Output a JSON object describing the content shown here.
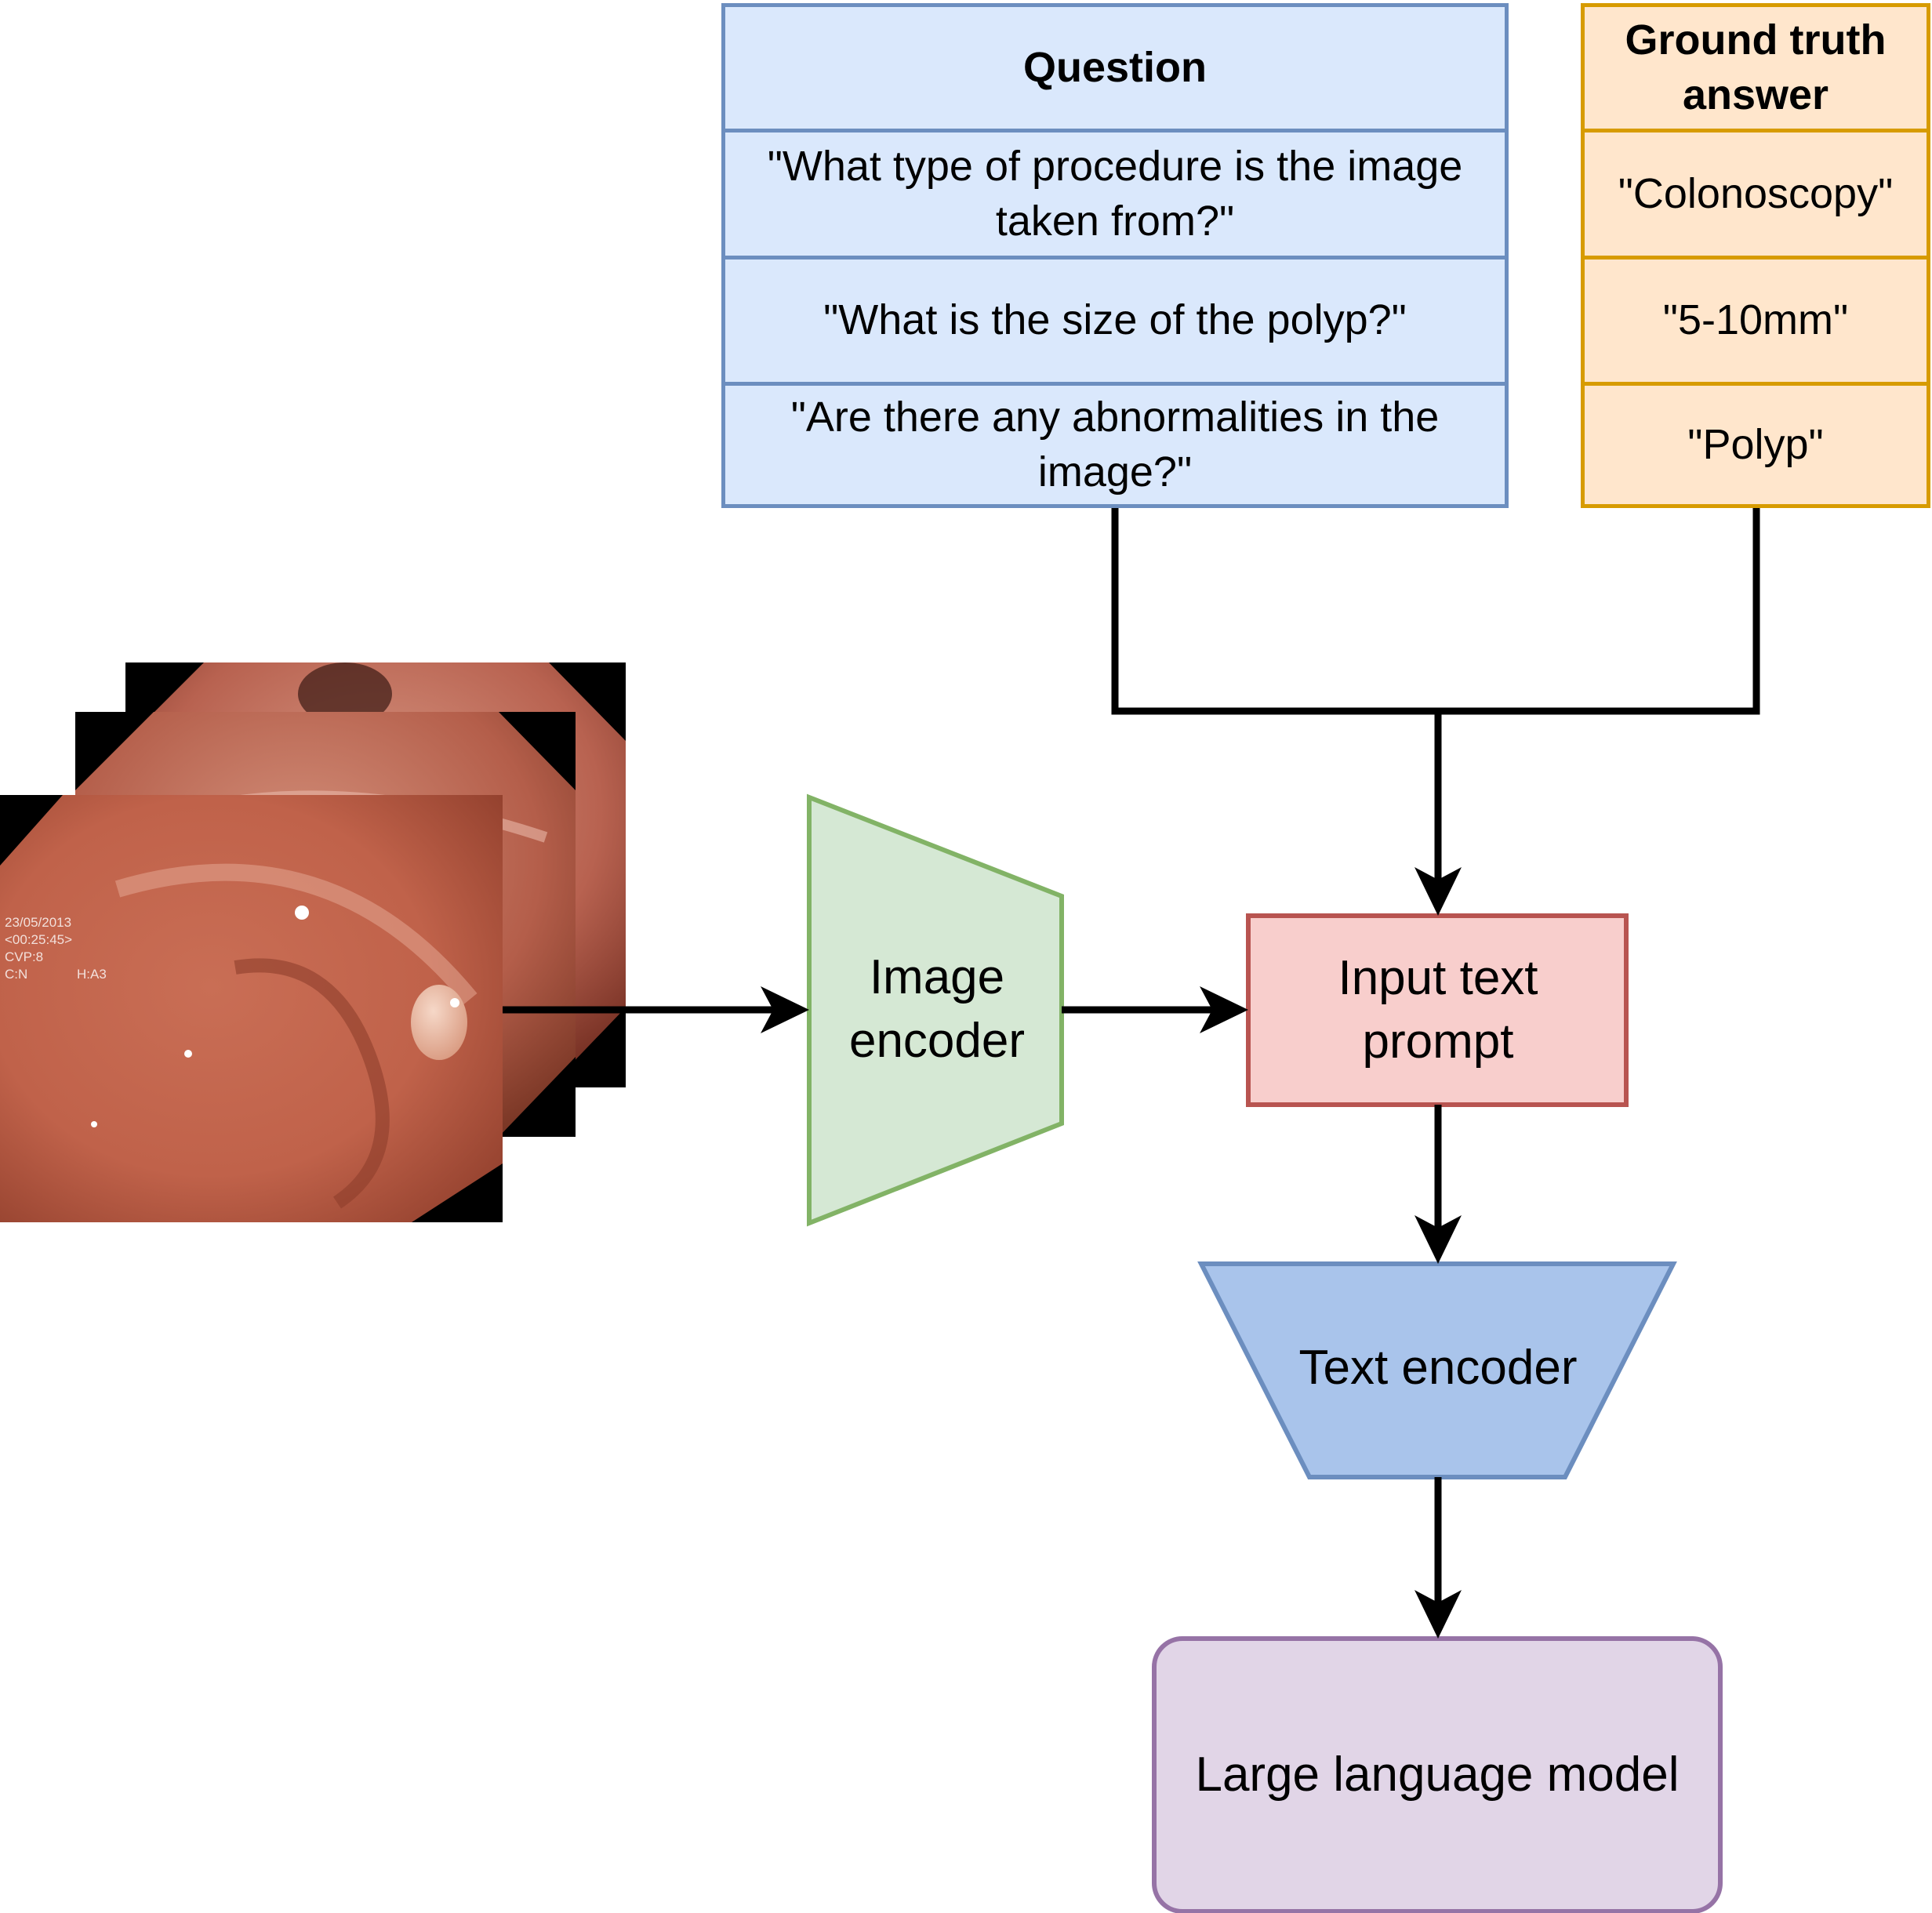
{
  "question_table": {
    "header": "Question",
    "rows": [
      "\"What type of procedure is the image taken from?\"",
      "\"What is the size of the polyp?\"",
      "\"Are there any abnormalities in the image?\""
    ]
  },
  "answer_table": {
    "header": "Ground truth answer",
    "rows": [
      "\"Colonoscopy\"",
      "\"5-10mm\"",
      "\"Polyp\""
    ]
  },
  "image_overlay": {
    "date": "23/05/2013",
    "time": "<00:25:45>",
    "cvp": "CVP:8",
    "cn": "C:N",
    "ha": "H:A3"
  },
  "nodes": {
    "image_encoder": "Image encoder",
    "input_prompt": "Input text prompt",
    "text_encoder": "Text encoder",
    "llm": "Large language model"
  },
  "colors": {
    "question_fill": "#dae8fc",
    "question_stroke": "#6c8ebf",
    "answer_fill": "#ffe6cc",
    "answer_stroke": "#d79b00",
    "image_encoder_fill": "#d5e8d4",
    "image_encoder_stroke": "#82b366",
    "prompt_fill": "#f8cecc",
    "prompt_stroke": "#b85450",
    "text_encoder_fill": "#a9c4eb",
    "text_encoder_stroke": "#6c8ebf",
    "llm_fill": "#e1d5e7",
    "llm_stroke": "#9673a6"
  }
}
